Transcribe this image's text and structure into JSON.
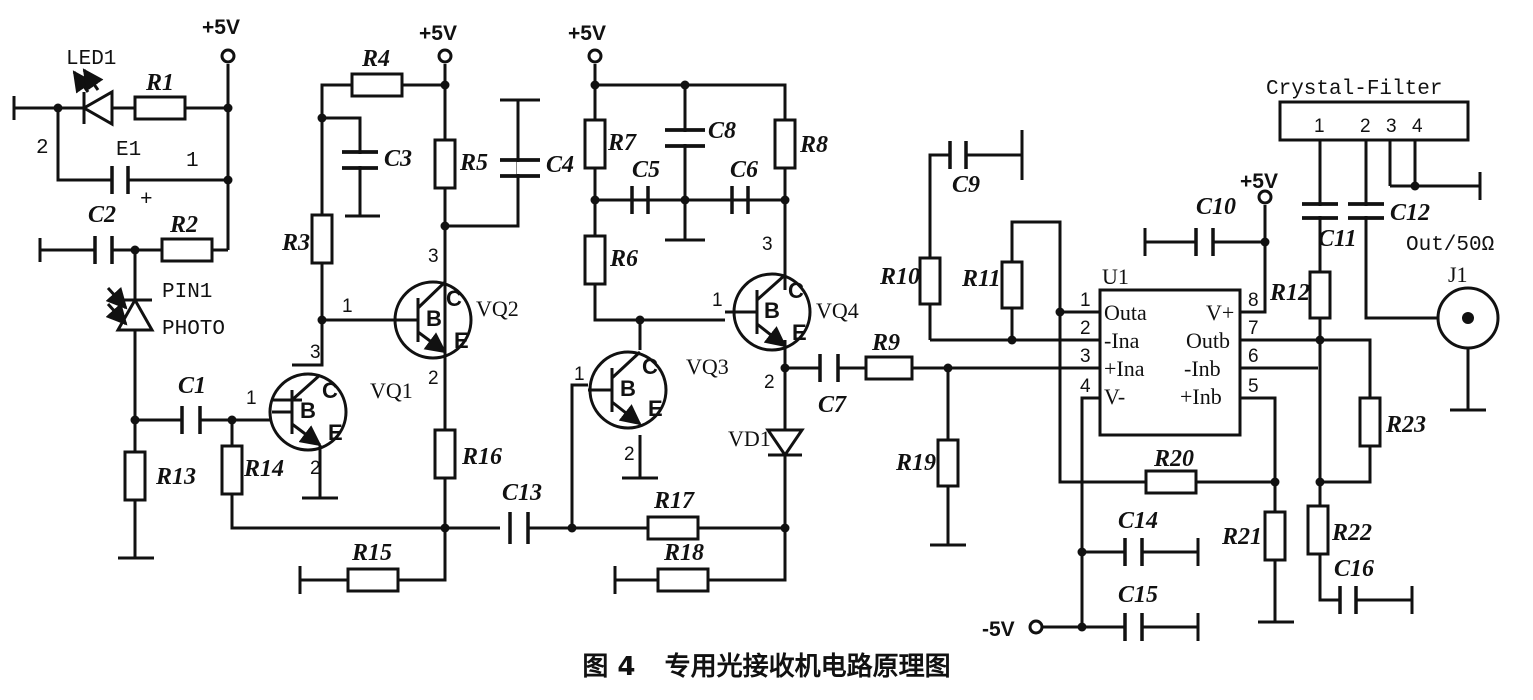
{
  "supply": {
    "pos": "+5V",
    "neg": "-5V"
  },
  "components": {
    "LED1": "LED1",
    "E1": "E1",
    "PIN1": "PIN1",
    "PHOTO": "PHOTO",
    "U1": "U1",
    "J1": "J1",
    "out50": "Out/50Ω",
    "crystal": "Crystal-Filter",
    "R1": "R1",
    "R2": "R2",
    "R3": "R3",
    "R4": "R4",
    "R5": "R5",
    "R6": "R6",
    "R7": "R7",
    "R8": "R8",
    "R9": "R9",
    "R10": "R10",
    "R11": "R11",
    "R12": "R12",
    "R13": "R13",
    "R14": "R14",
    "R15": "R15",
    "R16": "R16",
    "R17": "R17",
    "R18": "R18",
    "R19": "R19",
    "R20": "R20",
    "R21": "R21",
    "R22": "R22",
    "R23": "R23",
    "C1": "C1",
    "C2": "C2",
    "C3": "C3",
    "C4": "C4",
    "C5": "C5",
    "C6": "C6",
    "C7": "C7",
    "C8": "C8",
    "C9": "C9",
    "C10": "C10",
    "C11": "C11",
    "C12": "C12",
    "C13": "C13",
    "C14": "C14",
    "C15": "C15",
    "C16": "C16",
    "VQ1": "VQ1",
    "VQ2": "VQ2",
    "VQ3": "VQ3",
    "VQ4": "VQ4",
    "VD1": "VD1"
  },
  "transistor_pins": {
    "b": "B",
    "c": "C",
    "e": "E",
    "p1": "1",
    "p2": "2",
    "p3": "3"
  },
  "opamp_pins": {
    "outa": "Outa",
    "ina_n": "-Ina",
    "ina_p": "+Ina",
    "vneg": "V-",
    "vpos": "V+",
    "outb": "Outb",
    "inb_n": "-Inb",
    "inb_p": "+Inb",
    "n1": "1",
    "n2": "2",
    "n3": "3",
    "n4": "4",
    "n5": "5",
    "n6": "6",
    "n7": "7",
    "n8": "8"
  },
  "filter_pins": {
    "n1": "1",
    "n2": "2",
    "n3": "3",
    "n4": "4"
  },
  "misc": {
    "plus": "+",
    "e1_p1": "1",
    "e1_p2": "2"
  },
  "caption": {
    "figure": "图 4",
    "title": "专用光接收机电路原理图"
  }
}
